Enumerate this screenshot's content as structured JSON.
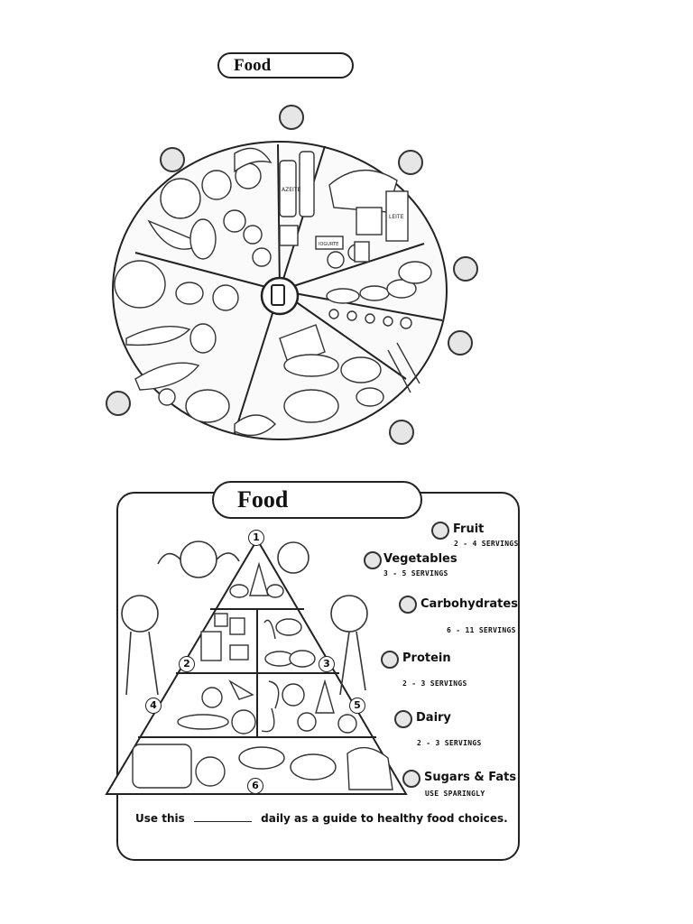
{
  "wheel": {
    "title": "Food",
    "labels": {
      "bottle1": "AZEITE",
      "carton": "LEITE",
      "yogurt": "IOGURTE"
    }
  },
  "pyramid": {
    "title": "Food",
    "numbers": [
      "1",
      "2",
      "3",
      "4",
      "5",
      "6"
    ],
    "groups": [
      {
        "name": "Fruit",
        "servings": "2 - 4 SERVINGS"
      },
      {
        "name": "Vegetables",
        "servings": "3 - 5 SERVINGS"
      },
      {
        "name": "Carbohydrates",
        "servings": "6 - 11 SERVINGS"
      },
      {
        "name": "Protein",
        "servings": "2 - 3 SERVINGS"
      },
      {
        "name": "Dairy",
        "servings": "2 - 3 SERVINGS"
      },
      {
        "name": "Sugars & Fats",
        "servings": "USE SPARINGLY"
      }
    ],
    "sentence_before": "Use this",
    "sentence_after": "daily as a guide to healthy food choices."
  }
}
